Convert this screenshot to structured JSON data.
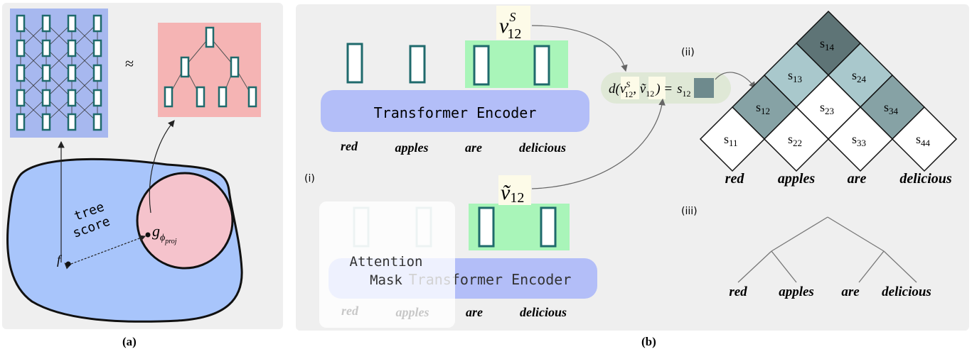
{
  "panel_a": {
    "approx_symbol": "≈",
    "arc_label_line1": "tree",
    "arc_label_line2": "score",
    "point_f": "f",
    "point_g": "g",
    "point_g_sub": "ϕ",
    "point_g_subsub": "proj",
    "caption": "(a)"
  },
  "panel_b": {
    "caption": "(b)",
    "label_i": "(i)",
    "label_ii": "(ii)",
    "label_iii": "(iii)",
    "top_encoder": {
      "title": "Transformer Encoder",
      "words": [
        "red",
        "apples",
        "are",
        "delicious"
      ],
      "vector_label_base": "v",
      "vector_label_sub": "12",
      "vector_label_sup": "S"
    },
    "bottom_encoder": {
      "title_visible": "Transformer Encoder",
      "words": [
        "red",
        "apples",
        "are",
        "delicious"
      ],
      "vector_label_base": "ṽ",
      "vector_label_sub": "12",
      "mask_line1": "Attention",
      "mask_line2": "Mask"
    },
    "distance": {
      "prefix": "d(v",
      "sub1": "12",
      "sup1": "S",
      "mid": ", ṽ",
      "sub2": "12",
      "suffix": ") =",
      "result_base": "s",
      "result_sub": "12"
    },
    "chart_grid": {
      "cells": [
        {
          "label": "S",
          "sub": "14",
          "color": "#5e7476"
        },
        {
          "label": "S",
          "sub": "13",
          "color": "#a9c8cc"
        },
        {
          "label": "S",
          "sub": "24",
          "color": "#a9c8cc"
        },
        {
          "label": "S",
          "sub": "12",
          "color": "#86a2a5"
        },
        {
          "label": "S",
          "sub": "23",
          "color": "#ffffff"
        },
        {
          "label": "S",
          "sub": "34",
          "color": "#86a2a5"
        },
        {
          "label": "S",
          "sub": "11",
          "color": "#ffffff"
        },
        {
          "label": "S",
          "sub": "22",
          "color": "#ffffff"
        },
        {
          "label": "S",
          "sub": "33",
          "color": "#ffffff"
        },
        {
          "label": "S",
          "sub": "44",
          "color": "#ffffff"
        }
      ],
      "words": [
        "red",
        "apples",
        "are",
        "delicious"
      ]
    },
    "tree_words": [
      "red",
      "apples",
      "are",
      "delicious"
    ]
  },
  "colors": {
    "panel_bg": "#efefef",
    "network_bg": "#a7b8ef",
    "tree_bg": "#f5b4b4",
    "blob_fill": "#a8c5fb",
    "circle_fill": "#f5c3cc",
    "encoder_fill": "#b3bef8",
    "green_highlight": "#a9f5b9",
    "box_stroke": "#1f6a6c"
  }
}
